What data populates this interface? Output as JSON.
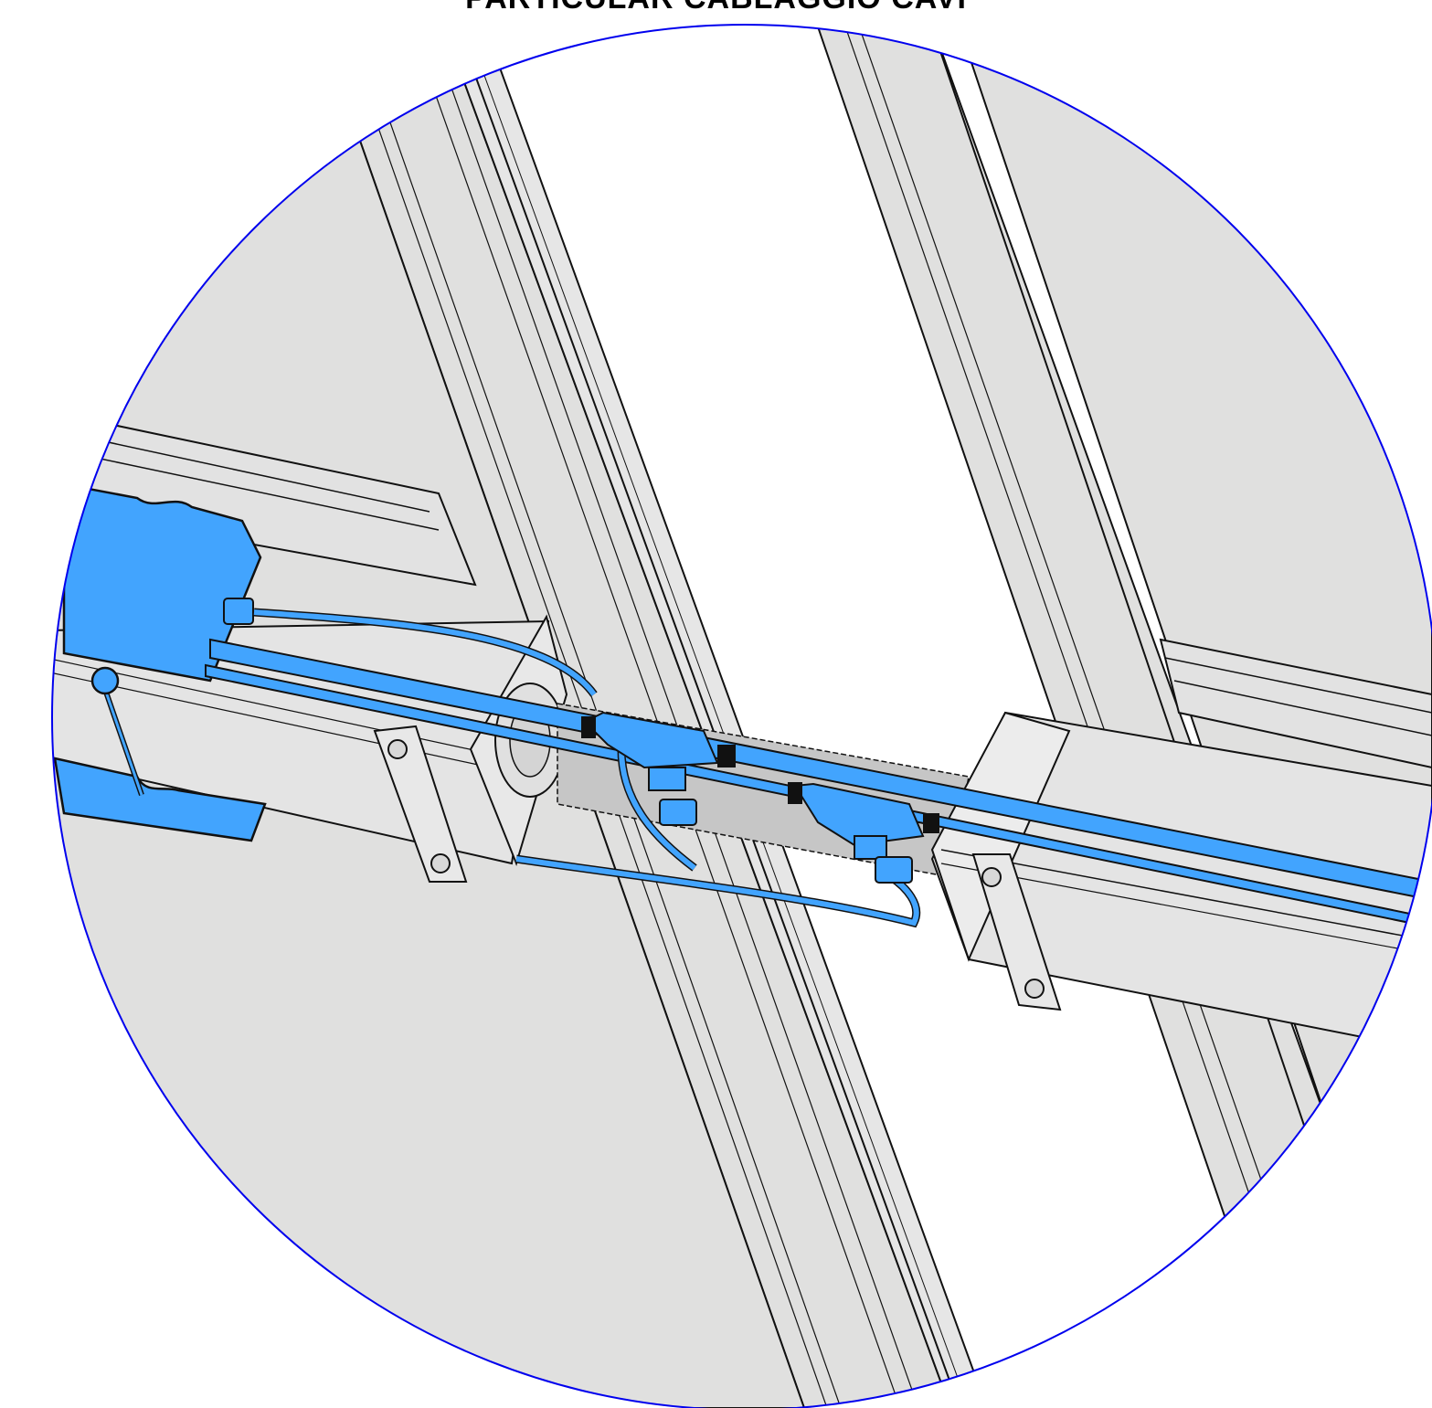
{
  "title": "PARTICULAR CABLAGGIO CAVI",
  "colors": {
    "background": "#ffffff",
    "frame": "#e0e0df",
    "frame_shadow": "#c6c6c6",
    "outline": "#111111",
    "cable_accent": "#42a4fe",
    "detail_circle": "#0000ee"
  },
  "parts": {
    "junction_box": "junction-box",
    "cables": "cable-bundle",
    "connectors": "cable-connector",
    "clamps": "rail-clamp",
    "bolts": "bolt-head"
  }
}
